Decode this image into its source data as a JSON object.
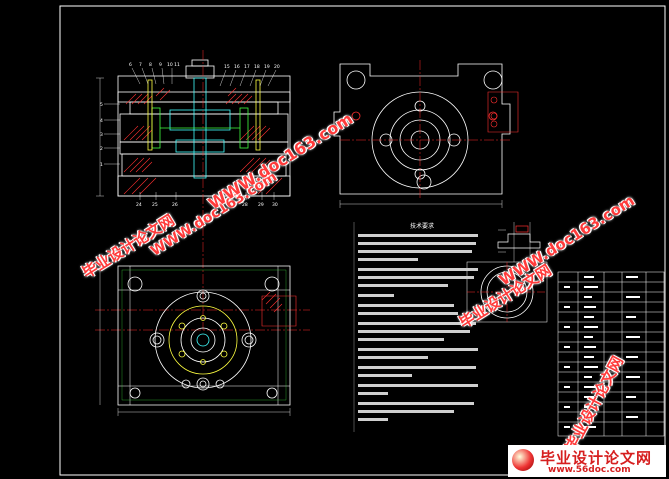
{
  "watermarks": {
    "site_name": "毕业设计论文网",
    "site_url": "WWW.doc163.com"
  },
  "footer": {
    "title": "毕业设计论文网",
    "url": "www.56doc.com"
  },
  "colors": {
    "background": "#000000",
    "outline": "#ffffff",
    "hatch": "#ff3030",
    "centerline": "#ff2a2a",
    "hole": "#ffff40",
    "leader": "#40ff40",
    "section": "#40ffff"
  },
  "notes": {
    "title": "技术要求"
  }
}
